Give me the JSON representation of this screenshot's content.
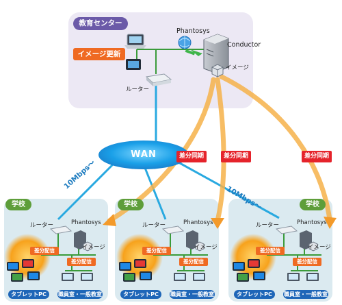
{
  "center": {
    "title": "教育センター",
    "update_label": "イメージ更新",
    "phantosys": "Phantosys",
    "conductor": "Conductor",
    "image": "イメージ",
    "router": "ルーター"
  },
  "wan": {
    "label": "WAN"
  },
  "links": {
    "speed_left": "10Mbps～",
    "speed_right": "10Mbps～",
    "sync_label": "差分同期"
  },
  "schools": [
    {
      "title": "学校",
      "router": "ルーター",
      "phantosys": "Phantosys",
      "image": "イメージ",
      "distribution": "差分配信",
      "tablet_label": "タブレットPC",
      "room_label": "職員室・一般教室"
    },
    {
      "title": "学校",
      "router": "ルーター",
      "phantosys": "Phantosys",
      "image": "イメージ",
      "distribution": "差分配信",
      "tablet_label": "タブレットPC",
      "room_label": "職員室・一般教室"
    },
    {
      "title": "学校",
      "router": "ルーター",
      "phantosys": "Phantosys",
      "image": "イメージ",
      "distribution": "差分配信",
      "tablet_label": "タブレットPC",
      "room_label": "職員室・一般教室"
    }
  ],
  "colors": {
    "network_line": "#29a9e0",
    "lan_line": "#3a9b3a",
    "sync_arrow": "#f6b24a",
    "sync_tag": "#e5232b",
    "update_tag": "#ef6a22",
    "center_tag": "#6b5aa8",
    "school_tag": "#5e9e3a",
    "device_tag": "#1e66b8"
  }
}
